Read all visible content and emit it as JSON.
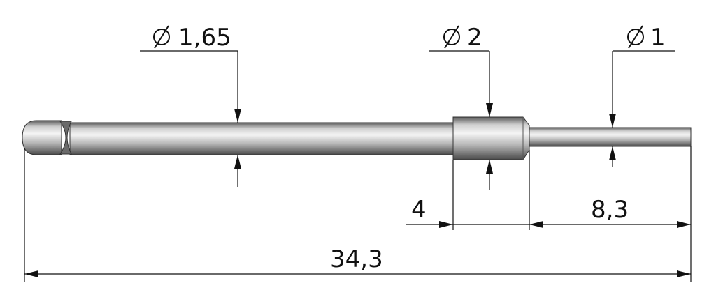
{
  "dimensions": {
    "diameter_main": "1,65",
    "diameter_collar": "2",
    "diameter_tip": "1",
    "collar_length": "4",
    "tip_length": "8,3",
    "overall_length": "34,3"
  },
  "colors": {
    "line": "#111111",
    "metal_light": "#f2f2f2",
    "metal_mid": "#a9a9a9",
    "metal_dark": "#4a4a4a"
  }
}
